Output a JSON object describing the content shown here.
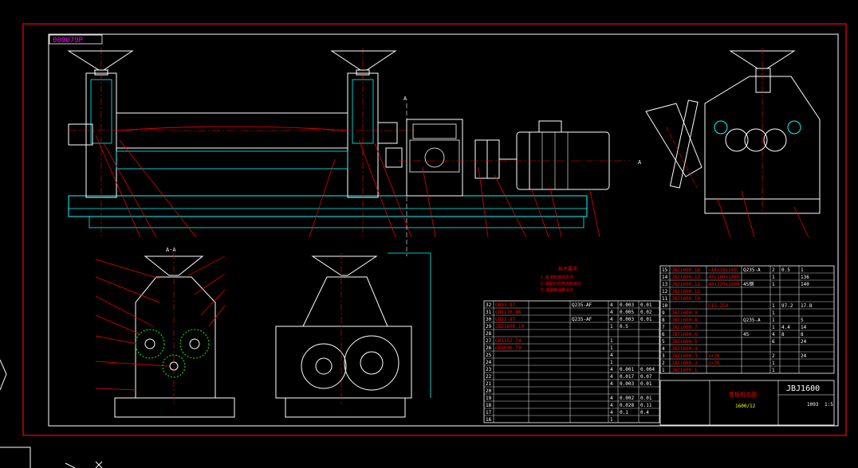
{
  "drawing": {
    "corner_tag": "009U79P",
    "section_mark": "A-A",
    "arrow_mark": "A",
    "title_block": {
      "drawing_no": "JBJ1600",
      "name": "卷板机总图",
      "sub": "1600/12",
      "scale_a": "1093",
      "scale_b": "1:5"
    },
    "notes_lines": [
      "技术要求",
      "1.各滚轮转动灵活",
      "2.装配后检查齿轮啮合",
      "3.减速器油量适当"
    ],
    "parts_right": [
      [
        "15",
        "JBJ1600.14",
        "~14x10x100",
        "Q235-A",
        "2",
        "0.5",
        "1"
      ],
      [
        "14",
        "JBJ1600.13",
        "40x180x1869",
        "",
        "1",
        "",
        "136"
      ],
      [
        "13",
        "JBJ1600.12",
        "40x120x1869",
        "45钢",
        "1",
        "",
        "140"
      ],
      [
        "12",
        "JBJ1600.11",
        "",
        "",
        "",
        "",
        ""
      ],
      [
        "11",
        "JBJ1600.10",
        "",
        "",
        "",
        "",
        ""
      ],
      [
        "10",
        "",
        "C15-250",
        "",
        "1",
        "97.2",
        "17.8"
      ],
      [
        "9",
        "JBJ1600.9",
        "",
        "",
        "1",
        "",
        ""
      ],
      [
        "8",
        "JBJ1600.8",
        "",
        "Q235-A",
        "1",
        "",
        "5"
      ],
      [
        "7",
        "JBJ1600.7",
        "",
        "",
        "1",
        "4.4",
        "14"
      ],
      [
        "6",
        "JBJ1600.6",
        "",
        "45",
        "4",
        "8",
        "8"
      ],
      [
        "5",
        "JBJ1600.5",
        "",
        "",
        "6",
        "",
        "24"
      ],
      [
        "4",
        "JBJ1600.4",
        "",
        "",
        "",
        "",
        ""
      ],
      [
        "3",
        "JBJ1600.3",
        "z=30",
        "",
        "2",
        "",
        "24"
      ],
      [
        "2",
        "JBJ1600.2",
        "z=30",
        "",
        "1",
        "",
        ""
      ],
      [
        "1",
        "JBJ1600.1",
        "",
        "",
        "1",
        "",
        ""
      ]
    ],
    "parts_left": [
      [
        "32",
        "GB93-87",
        "",
        "Q235-AF",
        "4",
        "0.003",
        "0.01"
      ],
      [
        "31",
        "GB6170-86",
        "",
        "",
        "4",
        "0.005",
        "0.02"
      ],
      [
        "30",
        "GB93-87",
        "",
        "Q235-AF",
        "4",
        "0.003",
        "0.01"
      ],
      [
        "29",
        "JBJ1600.19",
        "",
        "",
        "1",
        "0.5",
        ""
      ],
      [
        "28",
        "",
        "",
        "",
        "",
        "",
        ""
      ],
      [
        "27",
        "GB1152-74",
        "",
        "",
        "1",
        "",
        ""
      ],
      [
        "26",
        "GB1096-79",
        "",
        "",
        "1",
        "",
        ""
      ],
      [
        "25",
        "",
        "",
        "",
        "4",
        "",
        ""
      ],
      [
        "24",
        "",
        "",
        "",
        "1",
        "",
        ""
      ],
      [
        "23",
        "",
        "",
        "",
        "4",
        "0.001",
        "0.004"
      ],
      [
        "22",
        "",
        "",
        "",
        "4",
        "0.017",
        "0.07"
      ],
      [
        "21",
        "",
        "",
        "",
        "4",
        "0.003",
        "0.01"
      ],
      [
        "20",
        "",
        "",
        "",
        "",
        "",
        ""
      ],
      [
        "19",
        "",
        "",
        "",
        "4",
        "0.002",
        "0.01"
      ],
      [
        "18",
        "",
        "",
        "",
        "4",
        "0.028",
        "0.11"
      ],
      [
        "17",
        "",
        "",
        "",
        "4",
        "0.1",
        "0.4"
      ],
      [
        "16",
        "",
        "",
        "",
        "1",
        "",
        ""
      ]
    ]
  },
  "colors": {
    "background": "#000000",
    "frame": "#cc0000",
    "outline": "#ffffff",
    "aux": "#00ffff",
    "leader": "#ff0000",
    "center": "#ff0000",
    "green": "#00ff00",
    "magenta": "#ff00ff",
    "yellow": "#ffff00"
  }
}
